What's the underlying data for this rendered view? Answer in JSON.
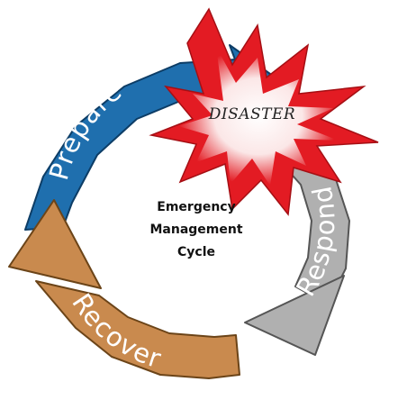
{
  "diagram": {
    "title_lines": [
      "Emergency",
      "Management",
      "Cycle"
    ],
    "burst_label": "DISASTER",
    "phases": [
      {
        "label": "Prepare",
        "color": "#1f6fae"
      },
      {
        "label": "Respond",
        "color": "#b0b0b0"
      },
      {
        "label": "Recover",
        "color": "#c98a4e"
      }
    ],
    "burst_colors": {
      "outer": "#e31b23",
      "inner": "#ffffff"
    }
  }
}
